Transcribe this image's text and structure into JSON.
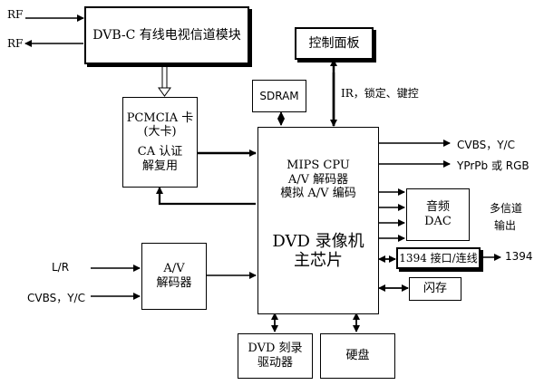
{
  "blocks": {
    "dvbc": "DVB-C 有线电视信道模块",
    "control_panel": "控制面板",
    "sdram": "SDRAM",
    "pcmcia_line1": "PCMCIA 卡",
    "pcmcia_line2": "(大卡)",
    "pcmcia_line3": "CA 认证",
    "pcmcia_line4": "解复用",
    "cpu_line1": "MIPS CPU",
    "cpu_line2": "A/V 解码器",
    "cpu_line3": "模拟 A/V 编码",
    "cpu_line4": "DVD 录像机",
    "cpu_line5": "主芯片",
    "audio_dac_line1": "音频",
    "audio_dac_line2": "DAC",
    "ieee1394": "1394 接口/连线",
    "flash": "闪存",
    "av_decoder_line1": "A/V",
    "av_decoder_line2": "解码器",
    "dvd_drive_line1": "DVD 刻录",
    "dvd_drive_line2": "驱动器",
    "hdd": "硬盘"
  },
  "labels": {
    "rf_in": "RF",
    "rf_out": "RF",
    "ir_keys": "IR，锁定、键控",
    "cvbs_yc_out": "CVBS，Y/C",
    "ypbpr_rgb": "YPrPb 或 RGB",
    "multichannel_line1": "多信道",
    "multichannel_line2": "输出",
    "out_1394": "1394",
    "lr_in": "L/R",
    "cvbs_yc_in": "CVBS，Y/C"
  }
}
